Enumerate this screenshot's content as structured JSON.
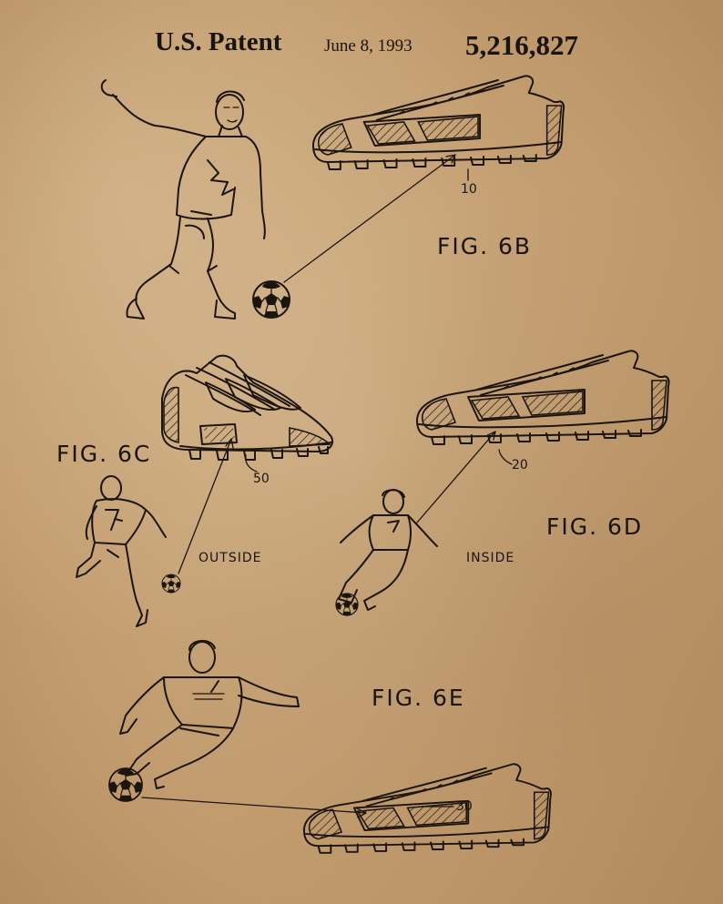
{
  "header": {
    "title": "U.S. Patent",
    "date": "June 8, 1993",
    "patent_number": "5,216,827"
  },
  "figures": {
    "fig_6b": {
      "label": "FIG. 6B",
      "ref": "10"
    },
    "fig_6c": {
      "label": "FIG. 6C",
      "ref": "50",
      "caption": "OUTSIDE"
    },
    "fig_6d": {
      "label": "FIG. 6D",
      "ref": "20",
      "caption": "INSIDE"
    },
    "fig_6e": {
      "label": "FIG. 6E",
      "ref": "30"
    }
  },
  "colors": {
    "paper": "#c8a67c",
    "ink": "#1c150f"
  }
}
